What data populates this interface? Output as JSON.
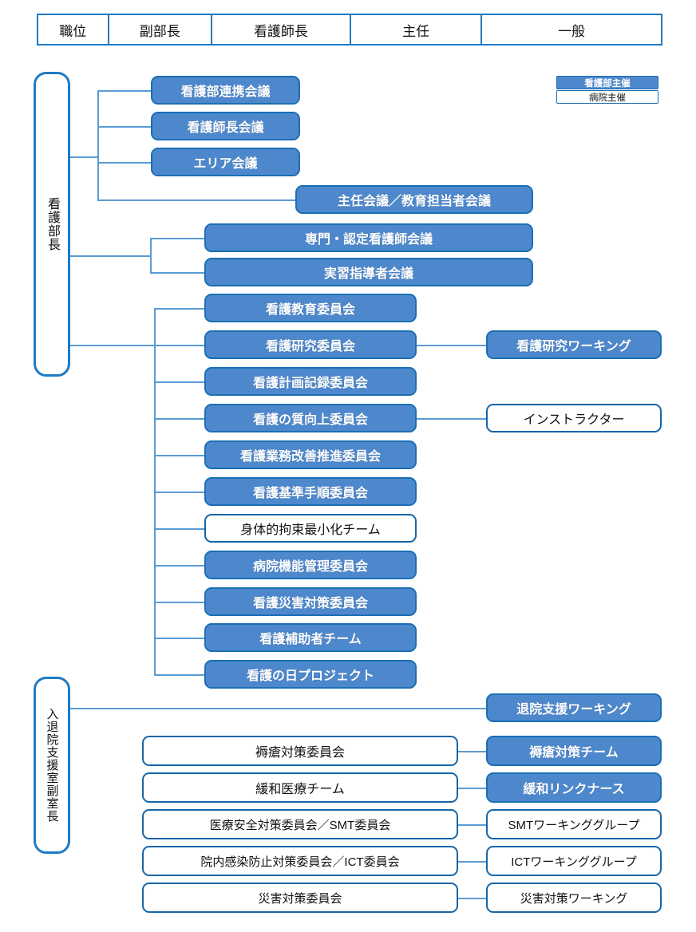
{
  "colors": {
    "accent_blue_fill": "#4E88CC",
    "accent_blue_border": "#1A6FB5",
    "white_box_border": "#1565A8",
    "connector": "#5B9BD5",
    "table_border": "#1F7AC4"
  },
  "position_table": {
    "cells": [
      "職位",
      "副部長",
      "看護師長",
      "主任",
      "一般"
    ]
  },
  "legend": {
    "hosted_by_nursing": "看護部主催",
    "hosted_by_hospital": "病院主催"
  },
  "roles": {
    "nursing_director": "看護部長",
    "admission_discharge_deputy": "入退院支援室副室長"
  },
  "meetings_group_1": [
    "看護部連携会議",
    "看護師長会議",
    "エリア会議",
    "主任会議／教育担当者会議"
  ],
  "meetings_group_2": [
    "専門・認定看護師会議",
    "実習指導者会議"
  ],
  "committees": [
    {
      "label": "看護教育委員会",
      "style": "blue"
    },
    {
      "label": "看護研究委員会",
      "style": "blue"
    },
    {
      "label": "看護計画記録委員会",
      "style": "blue"
    },
    {
      "label": "看護の質向上委員会",
      "style": "blue"
    },
    {
      "label": "看護業務改善推進委員会",
      "style": "blue"
    },
    {
      "label": "看護基準手順委員会",
      "style": "blue"
    },
    {
      "label": "身体的拘束最小化チーム",
      "style": "white"
    },
    {
      "label": "病院機能管理委員会",
      "style": "blue"
    },
    {
      "label": "看護災害対策委員会",
      "style": "blue"
    },
    {
      "label": "看護補助者チーム",
      "style": "blue"
    },
    {
      "label": "看護の日プロジェクト",
      "style": "blue"
    }
  ],
  "committee_side_nodes": [
    {
      "label": "看護研究ワーキング",
      "style": "blue"
    },
    {
      "label": "インストラクター",
      "style": "white"
    }
  ],
  "discharge_support_working": "退院支援ワーキング",
  "bottom_rows": [
    {
      "left": "褥瘡対策委員会",
      "left_style": "white",
      "right": "褥瘡対策チーム",
      "right_style": "blue"
    },
    {
      "left": "緩和医療チーム",
      "left_style": "white",
      "right": "緩和リンクナース",
      "right_style": "blue"
    },
    {
      "left": "医療安全対策委員会／SMT委員会",
      "left_style": "white",
      "right": "SMTワーキンググループ",
      "right_style": "white"
    },
    {
      "left": "院内感染防止対策委員会／ICT委員会",
      "left_style": "white",
      "right": "ICTワーキンググループ",
      "right_style": "white"
    },
    {
      "left": "災害対策委員会",
      "left_style": "white",
      "right": "災害対策ワーキング",
      "right_style": "white"
    }
  ]
}
